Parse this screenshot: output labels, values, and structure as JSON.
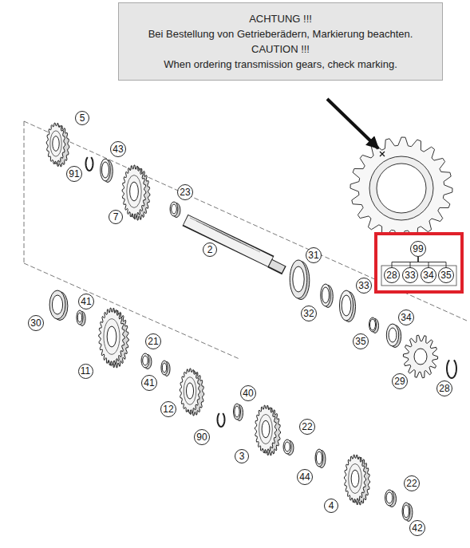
{
  "diagram": {
    "nodes": [
      {
        "text": [
          "ACHTUNG !!!",
          "Bei Bestellung von Getrieberädern, Markierung beachten.",
          "CAUTION !!!",
          "When ordering transmission gears, check marking."
        ]
      },
      {
        "text": [
          "5"
        ]
      },
      {
        "text": [
          "43"
        ]
      },
      {
        "text": [
          "91"
        ]
      },
      {
        "text": [
          "23"
        ]
      },
      {
        "text": [
          "7"
        ]
      },
      {
        "text": [
          "2"
        ]
      },
      {
        "text": [
          "99"
        ]
      },
      {
        "text": [
          "31"
        ]
      },
      {
        "text": [
          "28"
        ]
      },
      {
        "text": [
          "33"
        ]
      },
      {
        "text": [
          "34"
        ]
      },
      {
        "text": [
          "35"
        ]
      },
      {
        "text": [
          "33"
        ]
      },
      {
        "text": [
          "32"
        ]
      },
      {
        "text": [
          "41"
        ]
      },
      {
        "text": [
          "34"
        ]
      },
      {
        "text": [
          "30"
        ]
      },
      {
        "text": [
          "35"
        ]
      },
      {
        "text": [
          "21"
        ]
      },
      {
        "text": [
          "11"
        ]
      },
      {
        "text": [
          "41"
        ]
      },
      {
        "text": [
          "29"
        ]
      },
      {
        "text": [
          "28"
        ]
      },
      {
        "text": [
          "12"
        ]
      },
      {
        "text": [
          "40"
        ]
      },
      {
        "text": [
          "90"
        ]
      },
      {
        "text": [
          "3"
        ]
      },
      {
        "text": [
          "22"
        ]
      },
      {
        "text": [
          "44"
        ]
      },
      {
        "text": [
          "4"
        ]
      },
      {
        "text": [
          "22"
        ]
      },
      {
        "text": [
          "42"
        ]
      }
    ],
    "edges": [
      {
        "from": 7,
        "to": 9,
        "arrow": "none"
      },
      {
        "from": 7,
        "to": 10,
        "arrow": "none"
      },
      {
        "from": 7,
        "to": 11,
        "arrow": "none"
      },
      {
        "from": 7,
        "to": 12,
        "arrow": "none"
      }
    ]
  }
}
